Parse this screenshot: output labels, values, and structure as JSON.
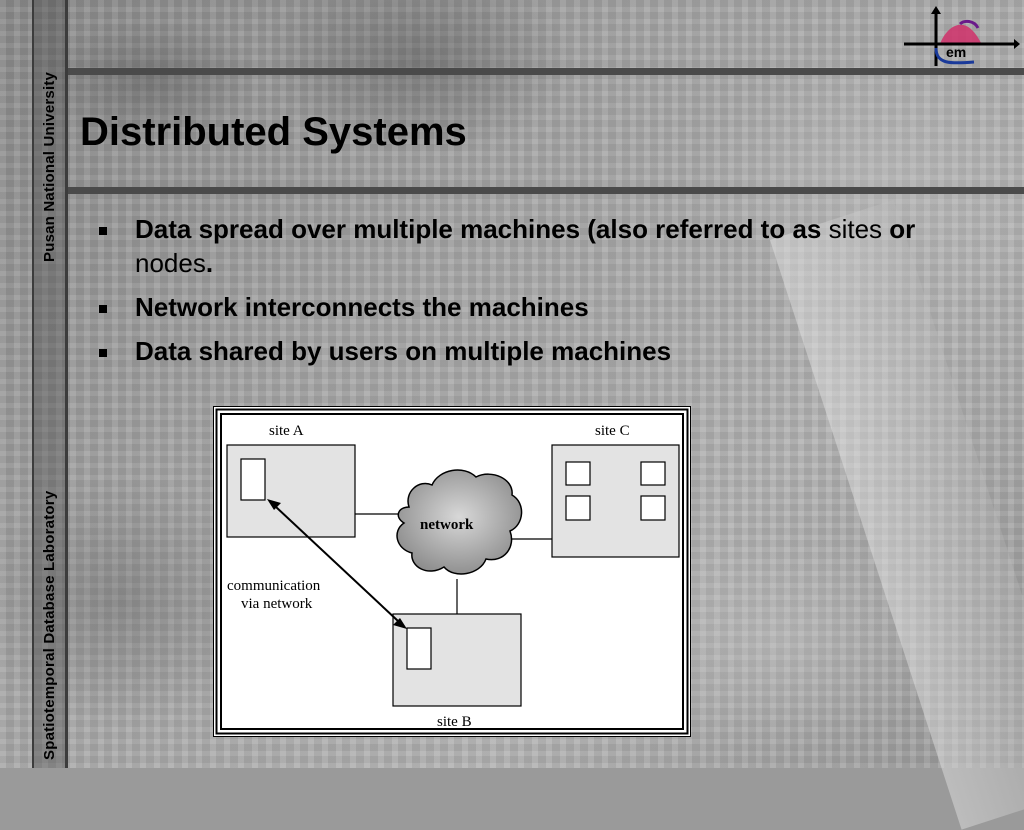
{
  "sidebar": {
    "top_label": "Pusan National University",
    "bottom_label": "Spatiotemporal Database Laboratory"
  },
  "logo": {
    "text": "em",
    "accent_color": "#d0306a"
  },
  "slide": {
    "title": "Distributed Systems",
    "bullets": [
      {
        "parts": [
          "Data spread over multiple machines (also referred to as ",
          "sites",
          " or ",
          "nodes",
          "."
        ]
      },
      {
        "text": "Network interconnects the machines"
      },
      {
        "text": "Data shared by users on multiple machines"
      }
    ]
  },
  "diagram": {
    "site_a": "site A",
    "site_b": "site B",
    "site_c": "site C",
    "network": "network",
    "comm_line1": "communication",
    "comm_line2": "via network"
  }
}
